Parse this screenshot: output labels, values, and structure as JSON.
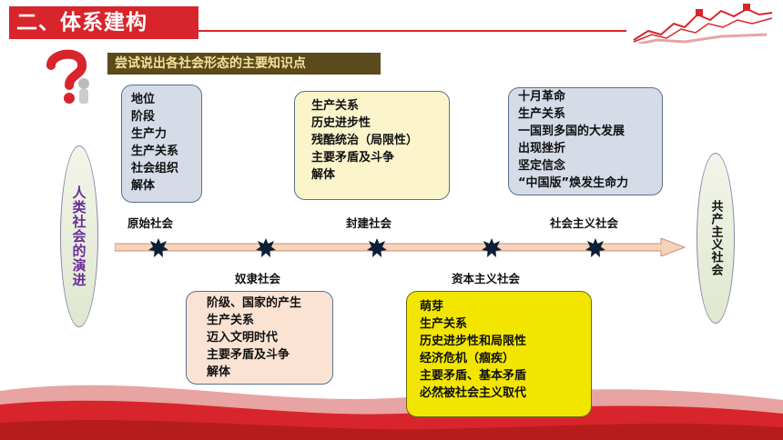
{
  "header": {
    "title": "二、体系建构",
    "subtitle": "尝试说出各社会形态的主要知识点"
  },
  "side": {
    "left": "人类社会的演进",
    "right": "共产主义社会"
  },
  "stages": {
    "primitive": {
      "label": "原始社会",
      "items": [
        "地位",
        "阶段",
        "生产力",
        "生产关系",
        "社会组织",
        "解体"
      ]
    },
    "slave": {
      "label": "奴隶社会",
      "items": [
        "阶级、国家的产生",
        "生产关系",
        "迈入文明时代",
        "主要矛盾及斗争",
        "解体"
      ]
    },
    "feudal": {
      "label": "封建社会",
      "items": [
        "生产关系",
        "历史进步性",
        "残酷统治（局限性）",
        "主要矛盾及斗争",
        "解体"
      ]
    },
    "capitalist": {
      "label": "资本主义社会",
      "items": [
        "萌芽",
        "生产关系",
        "历史进步性和局限性",
        "经济危机（痼疾）",
        "主要矛盾、基本矛盾",
        "必然被社会主义取代"
      ]
    },
    "socialist": {
      "label": "社会主义社会",
      "items": [
        "十月革命",
        "生产关系",
        "一国到多国的大发展",
        "出现挫折",
        "坚定信念",
        "“中国版”焕发生命力"
      ]
    }
  },
  "colors": {
    "accent": "#d7252b",
    "subtitle_bg": "#5a4a1c",
    "subtitle_text": "#f5e19a"
  }
}
